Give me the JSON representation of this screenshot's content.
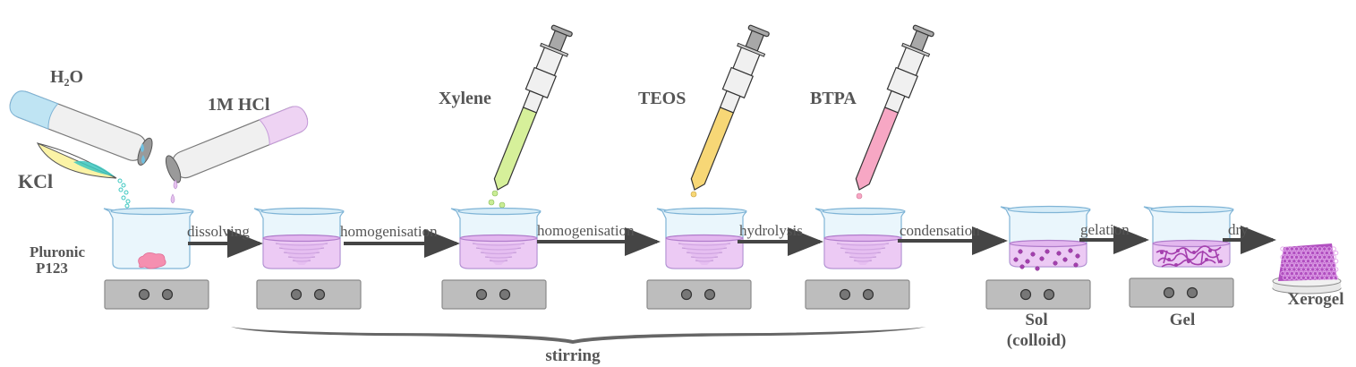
{
  "reagents": {
    "water": "H₂O",
    "hcl": "1M HCl",
    "kcl": "KCl",
    "surfactant_line1": "Pluronic",
    "surfactant_line2": "P123",
    "xylene": "Xylene",
    "teos": "TEOS",
    "btpa": "BTPA"
  },
  "steps": [
    {
      "label": "dissolving"
    },
    {
      "label": "homogenisation"
    },
    {
      "label": "homogenisation"
    },
    {
      "label": "hydrolysis"
    },
    {
      "label": "condensation"
    },
    {
      "label": "gelation"
    },
    {
      "label": "dry"
    }
  ],
  "products": {
    "sol_line1": "Sol",
    "sol_line2": "(colloid)",
    "gel": "Gel",
    "xerogel": "Xerogel"
  },
  "brace_label": "stirring",
  "colors": {
    "water": "#9fd7ec",
    "hcl": "#e9c8ef",
    "kcl_dish": "#fbf3a6",
    "kcl_crystals": "#3cc7c0",
    "pluronic": "#f58fb0",
    "xylene": "#d6f09a",
    "teos": "#f7d776",
    "btpa": "#f7a7c4",
    "solution": "#eccaf4",
    "particles": "#a43fae",
    "text": "#555555"
  }
}
